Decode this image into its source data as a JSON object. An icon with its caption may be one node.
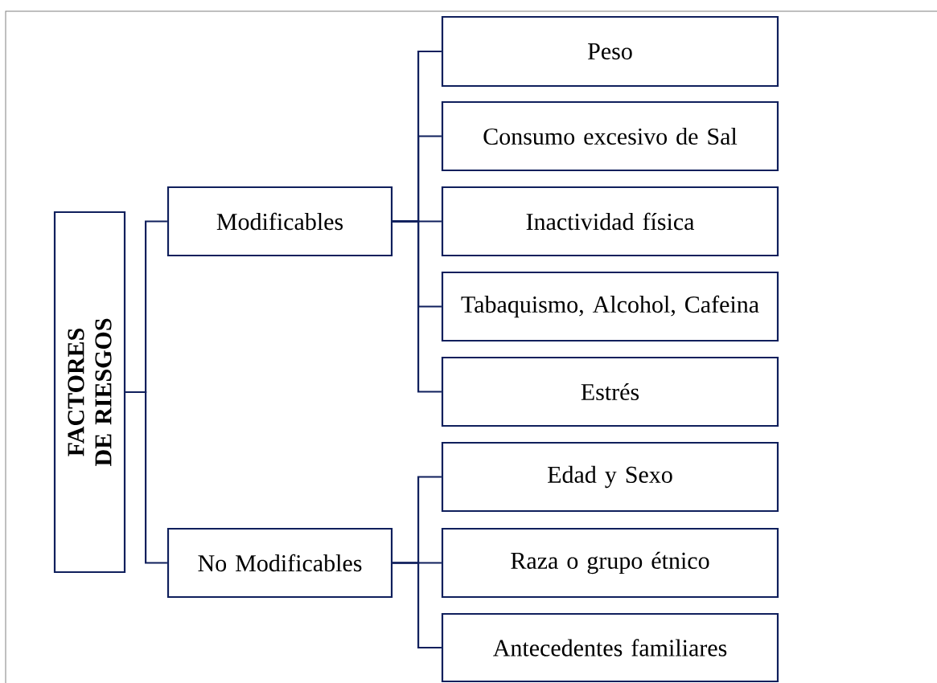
{
  "diagram": {
    "nodes": [
      {
        "text": [
          "FACTORES DE RIESGOS"
        ]
      },
      {
        "text": [
          "Modificables"
        ]
      },
      {
        "text": [
          "No Modificables"
        ]
      },
      {
        "text": [
          "Peso"
        ]
      },
      {
        "text": [
          "Consumo excesivo de Sal"
        ]
      },
      {
        "text": [
          "Inactividad física"
        ]
      },
      {
        "text": [
          "Tabaquismo, Alcohol, Cafeina"
        ]
      },
      {
        "text": [
          "Estrés"
        ]
      },
      {
        "text": [
          "Edad y Sexo"
        ]
      },
      {
        "text": [
          "Raza o grupo étnico"
        ]
      },
      {
        "text": [
          "Antecedentes familiares"
        ]
      }
    ],
    "edges": [
      {
        "from": 0,
        "to": 1,
        "arrow": "none"
      },
      {
        "from": 0,
        "to": 2,
        "arrow": "none"
      },
      {
        "from": 1,
        "to": 3,
        "arrow": "none"
      },
      {
        "from": 1,
        "to": 4,
        "arrow": "none"
      },
      {
        "from": 1,
        "to": 5,
        "arrow": "none"
      },
      {
        "from": 1,
        "to": 6,
        "arrow": "none"
      },
      {
        "from": 1,
        "to": 7,
        "arrow": "none"
      },
      {
        "from": 2,
        "to": 8,
        "arrow": "none"
      },
      {
        "from": 2,
        "to": 9,
        "arrow": "none"
      },
      {
        "from": 2,
        "to": 10,
        "arrow": "none"
      }
    ]
  }
}
